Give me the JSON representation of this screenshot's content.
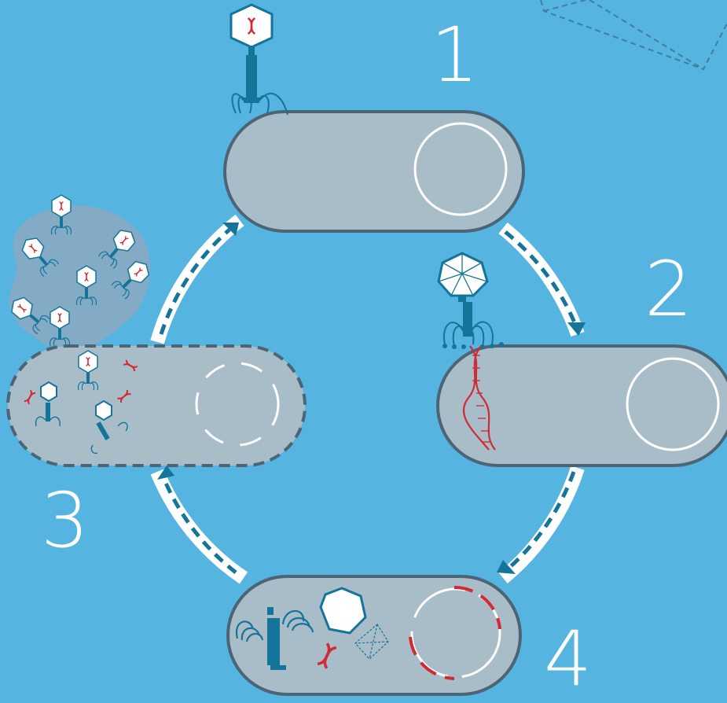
{
  "steps": [
    {
      "number": "1"
    },
    {
      "number": "2"
    },
    {
      "number": "3"
    },
    {
      "number": "4"
    }
  ],
  "colors": {
    "background": "#56b4e1",
    "cell_fill": "#a9bdc8",
    "cell_outline": "#4b6576",
    "phage_blue": "#147499",
    "dna_red": "#d12a35",
    "arrow_white": "#ffffff",
    "arrow_dash": "#147499",
    "cloud": "#8ea9bf"
  }
}
